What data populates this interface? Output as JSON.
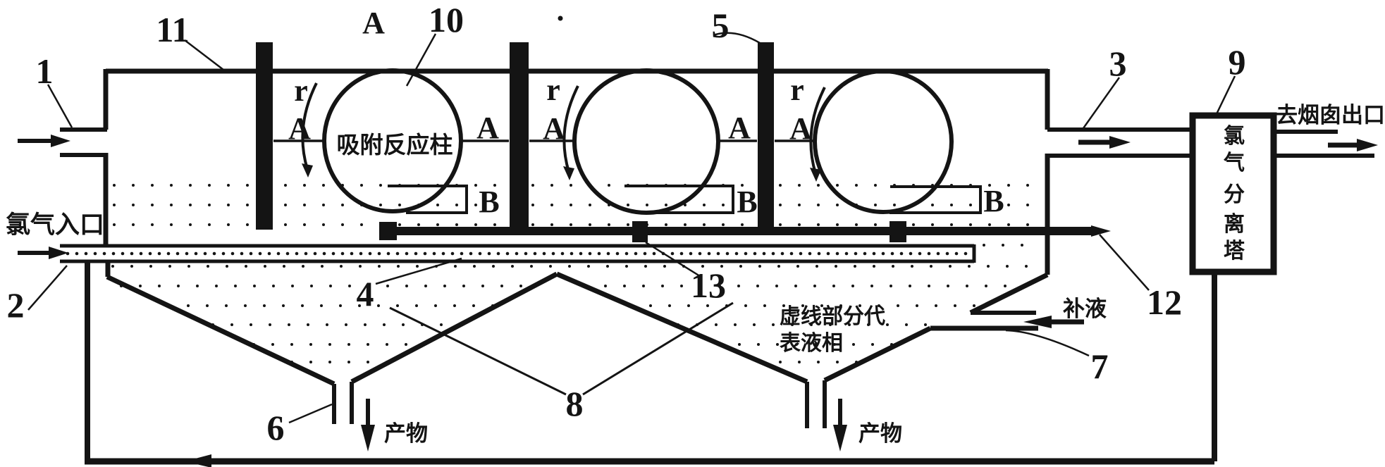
{
  "labels": {
    "n1": "1",
    "n2": "2",
    "n3": "3",
    "n4": "4",
    "n5": "5",
    "n6": "6",
    "n7": "7",
    "n8": "8",
    "n9": "9",
    "n10": "10",
    "n11": "11",
    "n12": "12",
    "n13": "13",
    "a": "A",
    "b": "B",
    "r": "r"
  },
  "texts": {
    "gas_inlet": "氯气入口",
    "adsorption_column": "吸附反应柱",
    "chimney_outlet": "去烟囱出口",
    "tower_chars": [
      "氯",
      "气",
      "分",
      "离",
      "塔"
    ],
    "makeup_liquid": "补液",
    "product_left": "产物",
    "product_right": "产物",
    "legend_line1": "虚线部分代",
    "legend_line2": "表液相"
  },
  "colors": {
    "ink": "#141414",
    "background": "#ffffff"
  }
}
